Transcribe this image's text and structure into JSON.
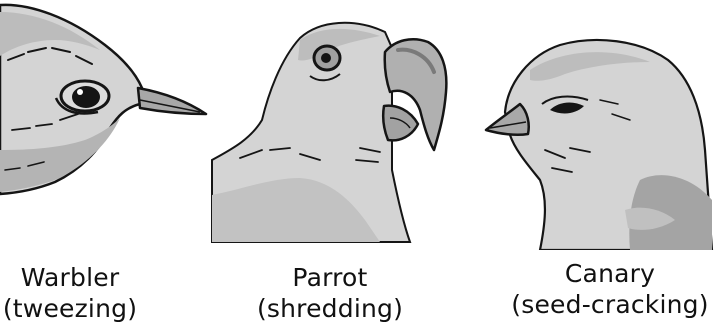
{
  "birds": [
    {
      "name": "Warbler",
      "beak_use": "(tweezing)"
    },
    {
      "name": "Parrot",
      "beak_use": "(shredding)"
    },
    {
      "name": "Canary",
      "beak_use": "(seed-cracking)"
    }
  ],
  "colors": {
    "plumage": "#d4d4d4",
    "beak": "#a8a8a8",
    "shadow": "#8a8a8a",
    "ink": "#151515",
    "background": "#ffffff"
  }
}
